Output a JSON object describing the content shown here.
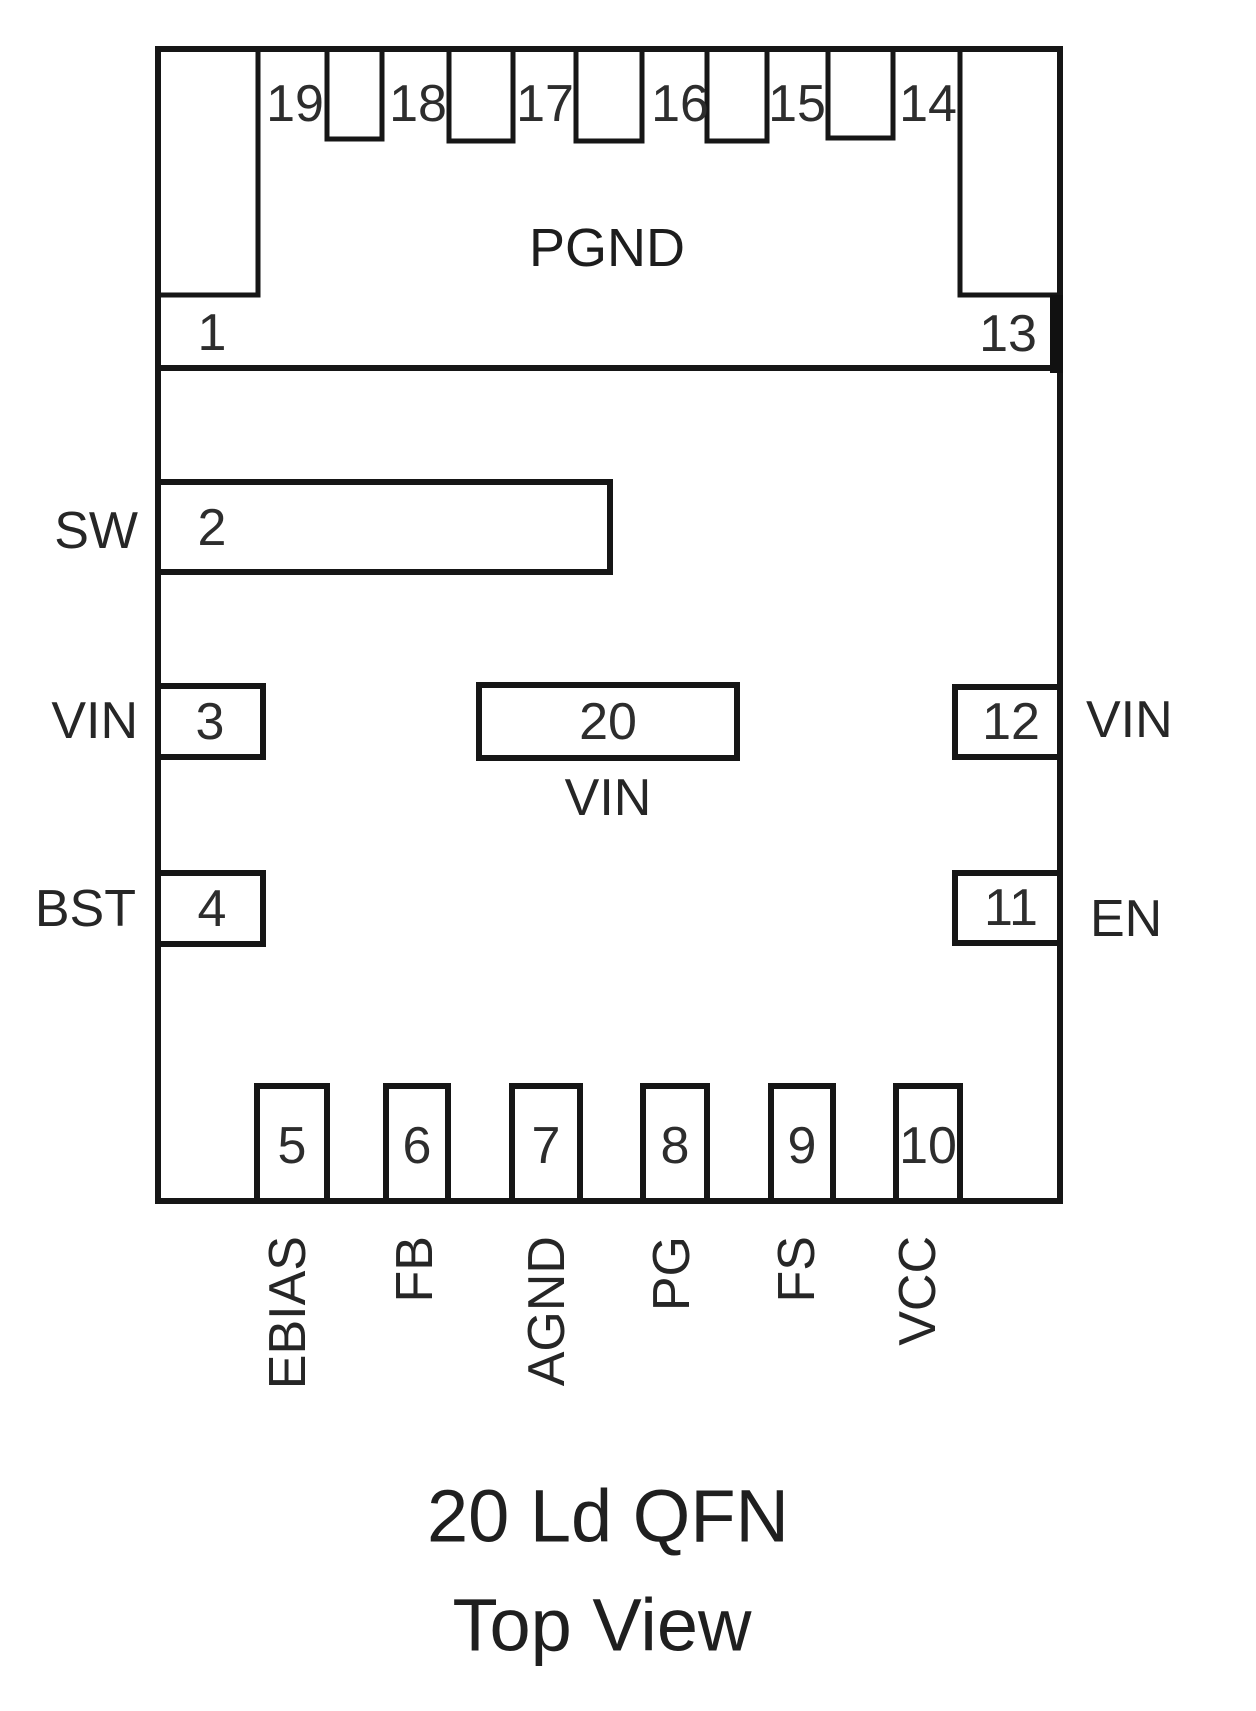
{
  "pins": {
    "pad_label": "PGND",
    "top": [
      "19",
      "18",
      "17",
      "16",
      "15",
      "14"
    ],
    "corner_left": "1",
    "corner_right": "13",
    "left": [
      {
        "num": "2",
        "label": "SW"
      },
      {
        "num": "3",
        "label": "VIN"
      },
      {
        "num": "4",
        "label": "BST"
      }
    ],
    "right": [
      {
        "num": "12",
        "label": "VIN"
      },
      {
        "num": "11",
        "label": "EN"
      }
    ],
    "center": {
      "num": "20",
      "label": "VIN"
    },
    "bottom": [
      {
        "num": "5",
        "label": "EBIAS"
      },
      {
        "num": "6",
        "label": "FB"
      },
      {
        "num": "7",
        "label": "AGND"
      },
      {
        "num": "8",
        "label": "PG"
      },
      {
        "num": "9",
        "label": "FS"
      },
      {
        "num": "10",
        "label": "VCC"
      }
    ]
  },
  "caption": {
    "package": "20 Ld QFN",
    "view": "Top View"
  },
  "colors": {
    "line": "#161616",
    "text": "#2d2d2d",
    "background": "#ffffff"
  }
}
